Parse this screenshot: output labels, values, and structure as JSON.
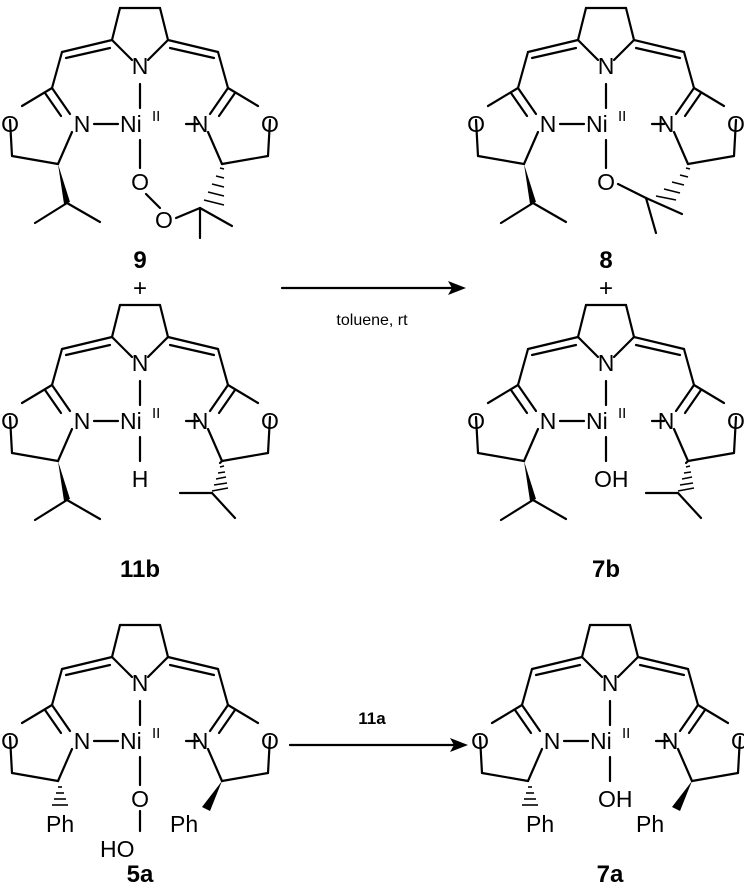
{
  "atoms": {
    "N": "N",
    "O": "O",
    "Ni": "Ni",
    "ox": "II",
    "H": "H",
    "OH": "OH",
    "HO": "HO",
    "Ph": "Ph"
  },
  "labels": {
    "c9": "9",
    "c8": "8",
    "c11b": "11b",
    "c7b": "7b",
    "c5a": "5a",
    "c7a": "7a",
    "plus": "+"
  },
  "arrows": {
    "top_condition": "toluene, rt",
    "bottom_condition": "11a"
  }
}
